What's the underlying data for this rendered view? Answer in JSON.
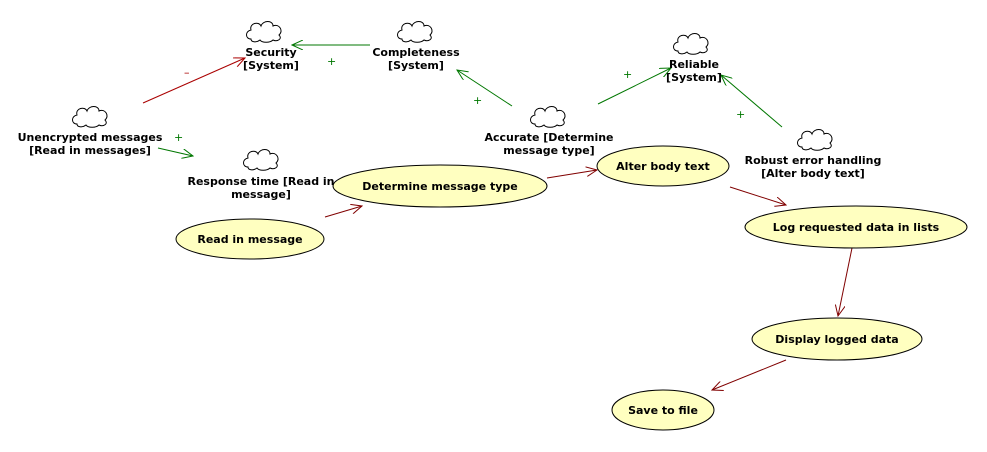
{
  "colors": {
    "background": "#ffffff",
    "task_fill": "#ffffc0",
    "outline": "#000000",
    "positive_link": "#007700",
    "negative_link": "#aa0000",
    "flow_link": "#800000"
  },
  "softgoals": [
    {
      "id": "security",
      "icon": "cloud-icon",
      "lines": [
        "Security",
        "[System]"
      ]
    },
    {
      "id": "completeness",
      "icon": "cloud-icon",
      "lines": [
        "Completeness",
        "[System]"
      ]
    },
    {
      "id": "reliable",
      "icon": "cloud-icon",
      "lines": [
        "Reliable",
        "[System]"
      ]
    },
    {
      "id": "unencrypted",
      "icon": "cloud-icon",
      "lines": [
        "Unencrypted messages",
        "[Read in messages]"
      ]
    },
    {
      "id": "response",
      "icon": "cloud-icon",
      "lines": [
        "Response time [Read in",
        "message]"
      ]
    },
    {
      "id": "accurate",
      "icon": "cloud-icon",
      "lines": [
        "Accurate [Determine",
        "message type]"
      ]
    },
    {
      "id": "robust",
      "icon": "cloud-icon",
      "lines": [
        "Robust error handling",
        "[Alter body text]"
      ]
    }
  ],
  "tasks": [
    {
      "id": "read",
      "label": "Read in message"
    },
    {
      "id": "determine",
      "label": "Determine message type"
    },
    {
      "id": "alter",
      "label": "Alter body text"
    },
    {
      "id": "log",
      "label": "Log requested data in lists"
    },
    {
      "id": "display",
      "label": "Display logged data"
    },
    {
      "id": "save",
      "label": "Save to file"
    }
  ],
  "contributions": [
    {
      "from": "unencrypted",
      "to": "security",
      "sign": "–"
    },
    {
      "from": "unencrypted",
      "to": "response",
      "sign": "+"
    },
    {
      "from": "completeness",
      "to": "security",
      "sign": "+"
    },
    {
      "from": "accurate",
      "to": "completeness",
      "sign": "+"
    },
    {
      "from": "accurate",
      "to": "reliable",
      "sign": "+"
    },
    {
      "from": "robust",
      "to": "reliable",
      "sign": "+"
    }
  ],
  "flows": [
    {
      "from": "read",
      "to": "determine"
    },
    {
      "from": "determine",
      "to": "alter"
    },
    {
      "from": "alter",
      "to": "log"
    },
    {
      "from": "log",
      "to": "display"
    },
    {
      "from": "display",
      "to": "save"
    }
  ]
}
